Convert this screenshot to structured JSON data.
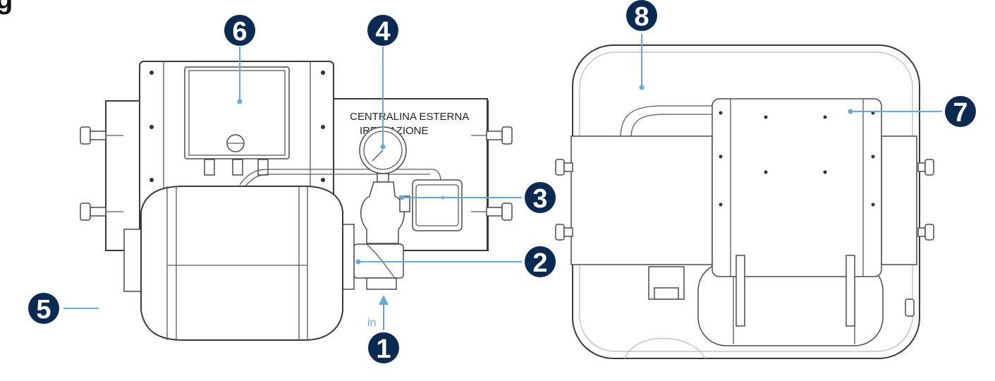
{
  "corner_label": "g",
  "panel_label_line1": "CENTRALINA ESTERNA",
  "panel_label_line2": "IRRIGAZIONE",
  "inlet_label": "in",
  "callouts": [
    "1",
    "2",
    "3",
    "4",
    "5",
    "6",
    "7",
    "8"
  ],
  "colors": {
    "badge": "#0b2a52",
    "leader": "#6aa8d8",
    "line": "#3a3a3a"
  }
}
